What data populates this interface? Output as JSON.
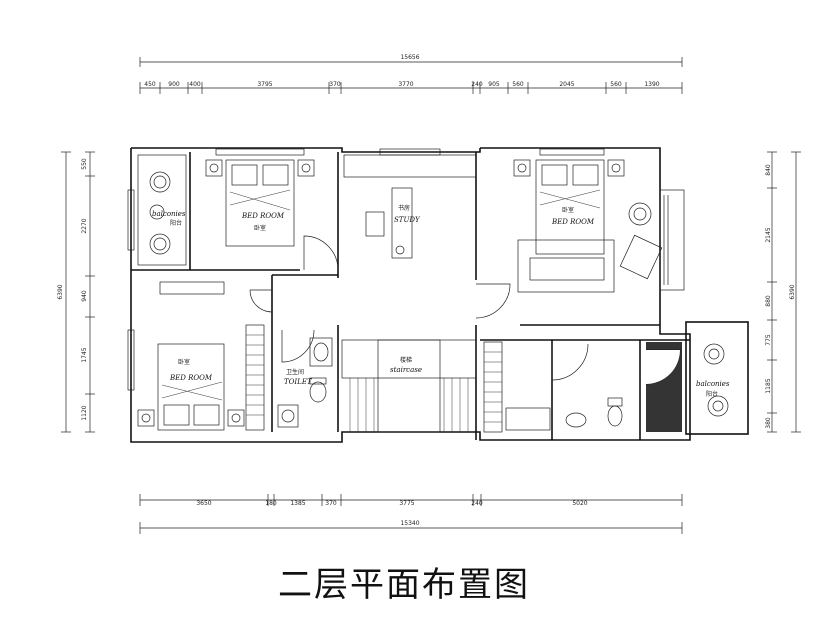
{
  "title": "二层平面布置图",
  "dims_top": {
    "total": "15656",
    "segments": [
      "450",
      "900",
      "400",
      "3795",
      "370",
      "3770",
      "240",
      "905",
      "560",
      "2045",
      "560",
      "1390"
    ]
  },
  "dims_bottom": {
    "segments": [
      "3650",
      "180",
      "1385",
      "370",
      "3775",
      "240",
      "5020"
    ],
    "total": "15340"
  },
  "dims_left": {
    "total": "6390",
    "segments": [
      "550",
      "2270",
      "940",
      "1745",
      "1120"
    ]
  },
  "dims_right": {
    "total": "6390",
    "segments": [
      "840",
      "2145",
      "880",
      "775",
      "1185",
      "380"
    ]
  },
  "rooms": {
    "bed_tl": "BED ROOM",
    "bed_tl_cn": "卧室",
    "bed_bl": "BED ROOM",
    "bed_bl_cn": "卧室",
    "bed_r": "BED ROOM",
    "bed_r_cn": "卧室",
    "study": "STUDY",
    "study_cn": "书房",
    "toilet": "TOILET",
    "toilet_cn": "卫生间",
    "staircase": "staircase",
    "staircase_cn": "楼梯",
    "balcony_l": "balconies",
    "balcony_l_cn": "阳台",
    "balcony_r": "balconies",
    "balcony_r_cn": "阳台"
  }
}
